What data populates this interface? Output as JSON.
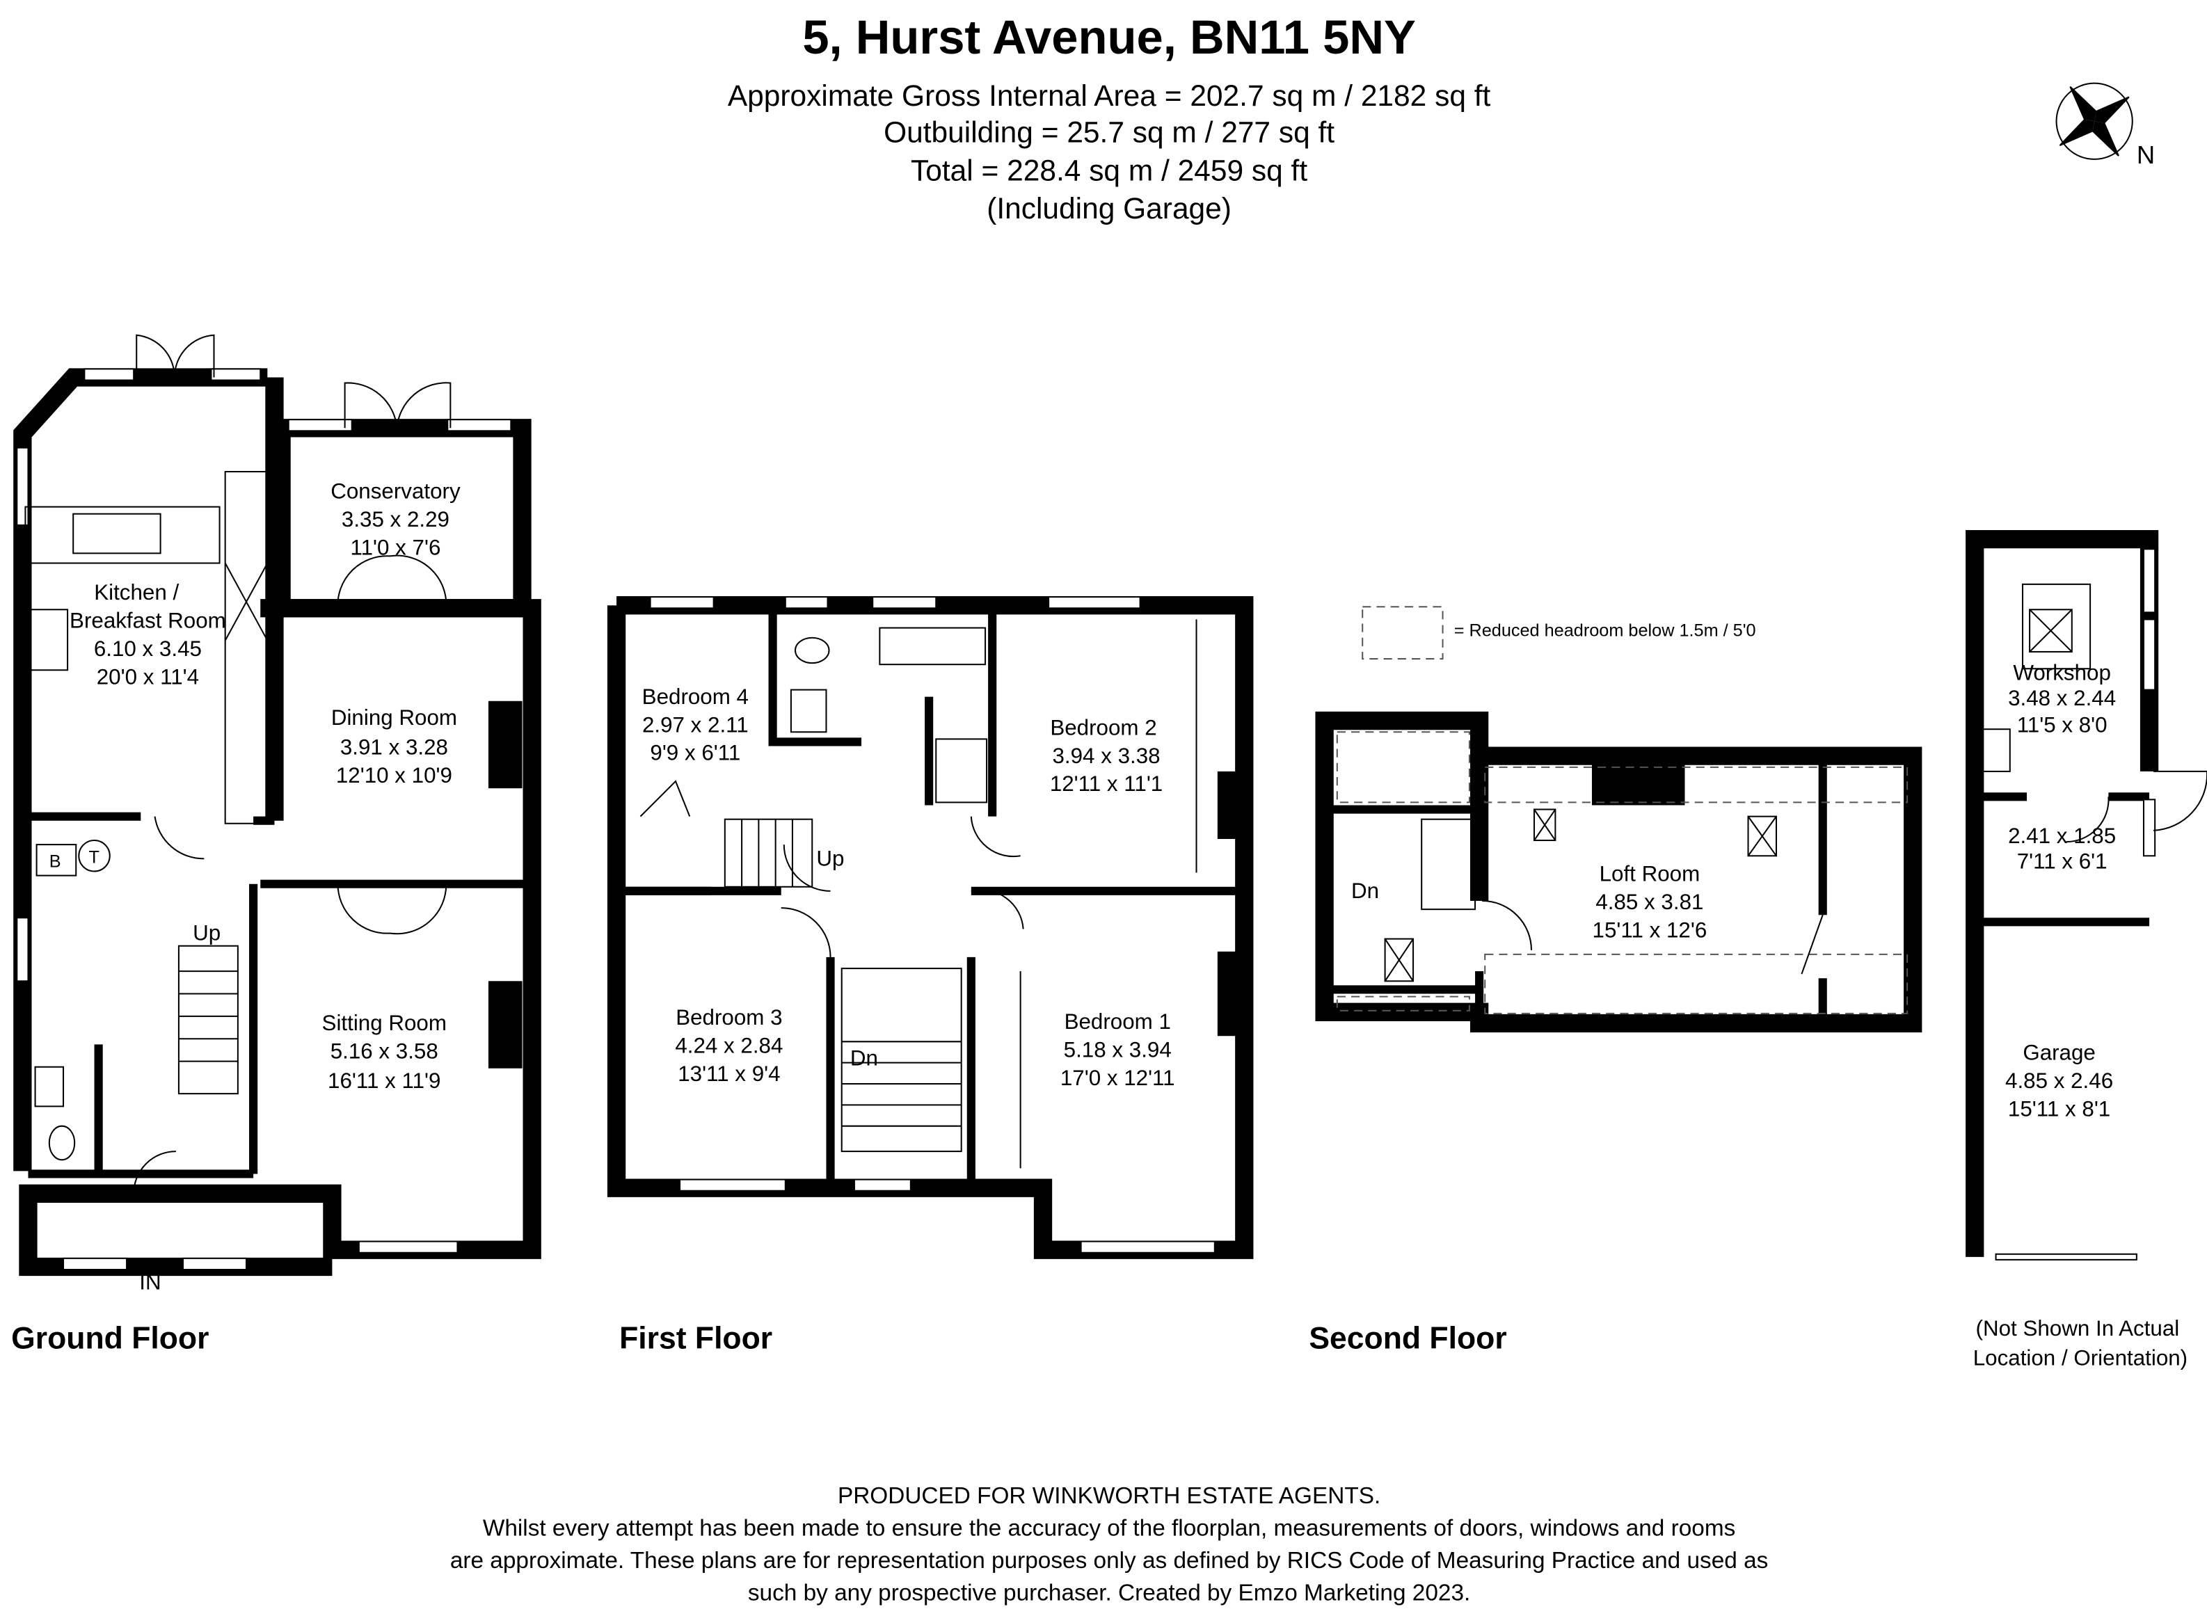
{
  "header": {
    "title": "5, Hurst Avenue, BN11 5NY",
    "area_lines": [
      "Approximate Gross Internal Area = 202.7 sq m / 2182 sq ft",
      "Outbuilding = 25.7 sq m / 277 sq ft",
      "Total = 228.4 sq m / 2459 sq ft",
      "(Including Garage)"
    ]
  },
  "compass": {
    "label": "N",
    "icon": "compass-rose-icon"
  },
  "legend": {
    "text": "= Reduced headroom below 1.5m / 5'0"
  },
  "ground_floor": {
    "label": "Ground Floor",
    "rooms": [
      {
        "name": "Kitchen /",
        "name2": "Breakfast Room",
        "metric": "6.10 x 3.45",
        "imperial": "20'0 x 11'4"
      },
      {
        "name": "Conservatory",
        "metric": "3.35 x 2.29",
        "imperial": "11'0 x 7'6"
      },
      {
        "name": "Dining Room",
        "metric": "3.91 x 3.28",
        "imperial": "12'10 x 10'9"
      },
      {
        "name": "Sitting Room",
        "metric": "5.16 x 3.58",
        "imperial": "16'11 x 11'9"
      }
    ],
    "marks": {
      "up": "Up",
      "in": "IN",
      "boiler": "B",
      "tank": "T"
    }
  },
  "first_floor": {
    "label": "First Floor",
    "rooms": [
      {
        "name": "Bedroom 4",
        "metric": "2.97 x 2.11",
        "imperial": "9'9 x 6'11"
      },
      {
        "name": "Bedroom 2",
        "metric": "3.94 x 3.38",
        "imperial": "12'11 x 11'1"
      },
      {
        "name": "Bedroom 3",
        "metric": "4.24 x 2.84",
        "imperial": "13'11 x 9'4"
      },
      {
        "name": "Bedroom 1",
        "metric": "5.18 x 3.94",
        "imperial": "17'0 x 12'11"
      }
    ],
    "marks": {
      "up": "Up",
      "dn": "Dn"
    }
  },
  "second_floor": {
    "label": "Second Floor",
    "rooms": [
      {
        "name": "Loft Room",
        "metric": "4.85 x 3.81",
        "imperial": "15'11 x 12'6"
      }
    ],
    "marks": {
      "dn": "Dn"
    }
  },
  "outbuilding": {
    "rooms": [
      {
        "name": "Workshop",
        "metric": "3.48 x 2.44",
        "imperial": "11'5 x 8'0"
      },
      {
        "metric": "2.41 x 1.85",
        "imperial": "7'11 x 6'1"
      },
      {
        "name": "Garage",
        "metric": "4.85 x 2.46",
        "imperial": "15'11 x 8'1"
      }
    ],
    "note_lines": [
      "(Not Shown In Actual",
      "Location / Orientation)"
    ]
  },
  "footer": {
    "lines": [
      "PRODUCED FOR WINKWORTH ESTATE AGENTS.",
      "Whilst every attempt has been made to ensure the accuracy of the floorplan, measurements of doors, windows and rooms",
      "are approximate. These plans are for representation purposes only as defined by RICS Code of Measuring Practice and used as",
      "such by any prospective purchaser. Created by Emzo Marketing 2023."
    ]
  }
}
